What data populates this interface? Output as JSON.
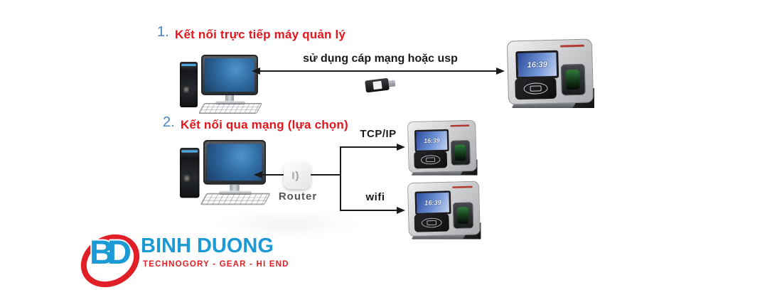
{
  "colors": {
    "heading_number_blue": "#4a86c4",
    "heading_red": "#e2161d",
    "line_black": "#1a1a1a",
    "logo_blue": "#1b9ad6",
    "logo_red": "#e11f26"
  },
  "section1": {
    "number": "1.",
    "title": "Kết nối trực tiếp máy quản lý",
    "cable_label": "sử dụng cáp mạng hoặc usp"
  },
  "section2": {
    "number": "2.",
    "title": "Kết nối qua mạng (lựa chọn)",
    "router_label": "Router",
    "tcp_label": "TCP/IP",
    "wifi_label": "wifi"
  },
  "terminal": {
    "screen_time": "16:39"
  },
  "logo": {
    "monogram": "BD",
    "name": "BINH DUONG",
    "tagline": "TECHNOGORY - GEAR - HI END"
  }
}
